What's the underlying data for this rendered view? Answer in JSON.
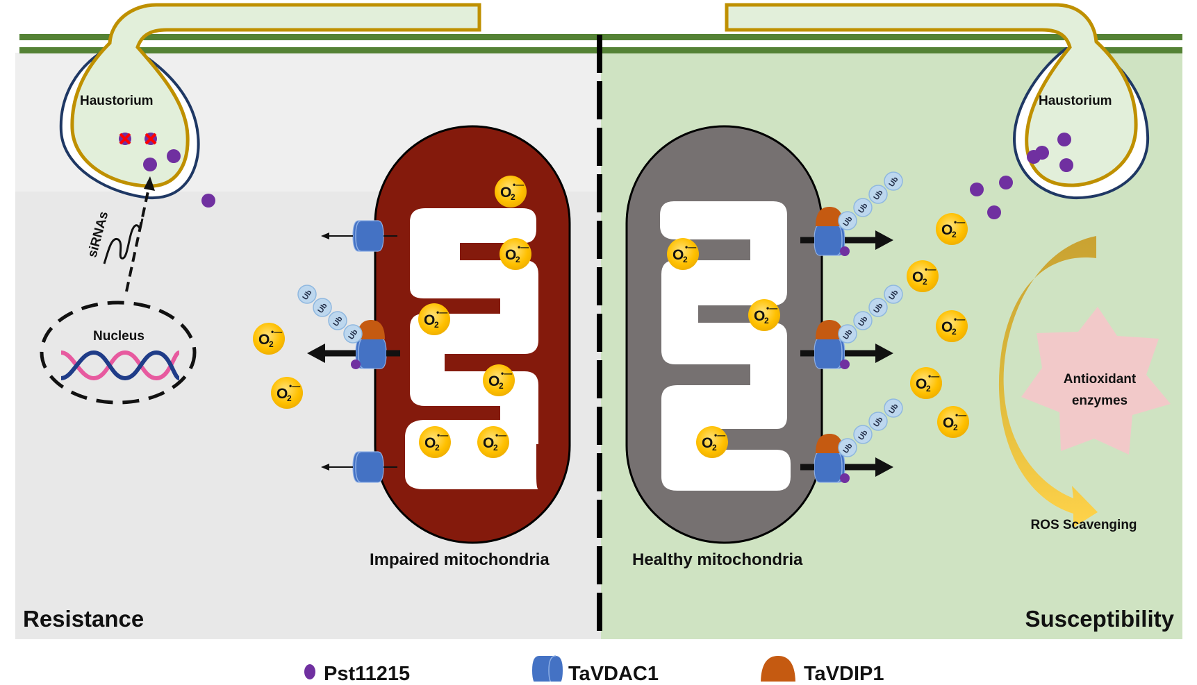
{
  "figure": {
    "panels": {
      "left": {
        "label": "Resistance",
        "fill": "#e6e6e6"
      },
      "right": {
        "label": "Susceptibility",
        "fill": "#cfe3c2"
      }
    },
    "haustorium_label": "Haustorium",
    "nucleus_label": "Nucleus",
    "sirna_label": "siRNAs",
    "mito_impaired_label": "Impaired mitochondria",
    "mito_healthy_label": "Healthy mitochondria",
    "antioxidant_label_line1": "Antioxidant",
    "antioxidant_label_line2": "enzymes",
    "ros_label": "ROS Scavenging",
    "superoxide_symbol": "O",
    "superoxide_subscript": "2",
    "superoxide_charge": "•—",
    "ubiquitin_label": "Ub"
  },
  "colors": {
    "cell_wall": "#548235",
    "hypha_border": "#bf9000",
    "hypha_fill": "#e2efda",
    "haustorial_membrane": "#1f3864",
    "effector": "#7030a0",
    "vdac": "#4472c4",
    "vdip": "#c55a11",
    "ubiquitin": "#bdd7ee",
    "superoxide": "#ffc000",
    "impaired_mito": "#841a0c",
    "healthy_mito": "#767171",
    "enzyme_star": "#f2c9c9",
    "blocked_mark": "#ff0000"
  },
  "legend": [
    {
      "key": "effector",
      "label": "Pst11215"
    },
    {
      "key": "vdac",
      "label": "TaVDAC1"
    },
    {
      "key": "vdip",
      "label": "TaVDIP1"
    }
  ]
}
